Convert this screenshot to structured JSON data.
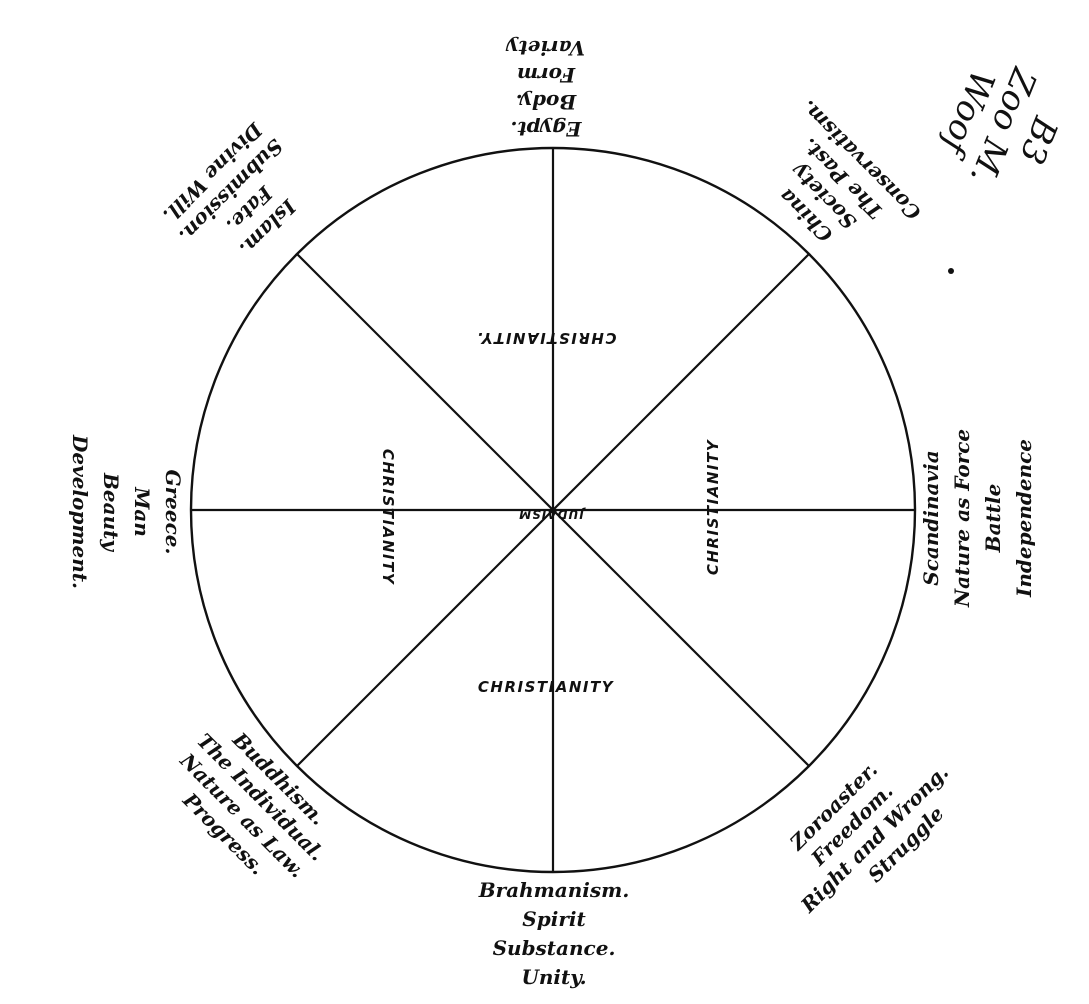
{
  "wheel": {
    "outer_groups": [
      {
        "id": "egypt",
        "lines": [
          "Egypt.",
          "Body.",
          "Form",
          "Variety"
        ]
      },
      {
        "id": "china",
        "lines": [
          "China",
          "Society",
          "The Past.",
          "Conservatism."
        ]
      },
      {
        "id": "scandinavia",
        "lines": [
          "Scandinavia",
          "Nature as Force",
          "Battle",
          "Independence"
        ]
      },
      {
        "id": "zoroaster",
        "lines": [
          "Zoroaster.",
          "Freedom.",
          "Right and Wrong.",
          "Struggle"
        ]
      },
      {
        "id": "brahmanism",
        "lines": [
          "Brahmanism.",
          "Spirit",
          "Substance.",
          "Unity."
        ]
      },
      {
        "id": "buddhism",
        "lines": [
          "Buddhism.",
          "The Individual.",
          "Nature as Law.",
          "Progress."
        ]
      },
      {
        "id": "greece",
        "lines": [
          "Greece.",
          "Man",
          "Beauty",
          "Development."
        ]
      },
      {
        "id": "islam",
        "lines": [
          "Islam.",
          "Fate.",
          "Submission.",
          "Divine Will."
        ]
      }
    ],
    "inner_labels": {
      "top": "CHRISTIANITY.",
      "right": "CHRISTIANITY",
      "bottom": "CHRISTIANITY",
      "left": "CHRISTIANITY"
    },
    "center_label": "JUDAISM"
  },
  "handwriting": {
    "lines": [
      "B3",
      "Zoo M.",
      "Woof"
    ]
  }
}
